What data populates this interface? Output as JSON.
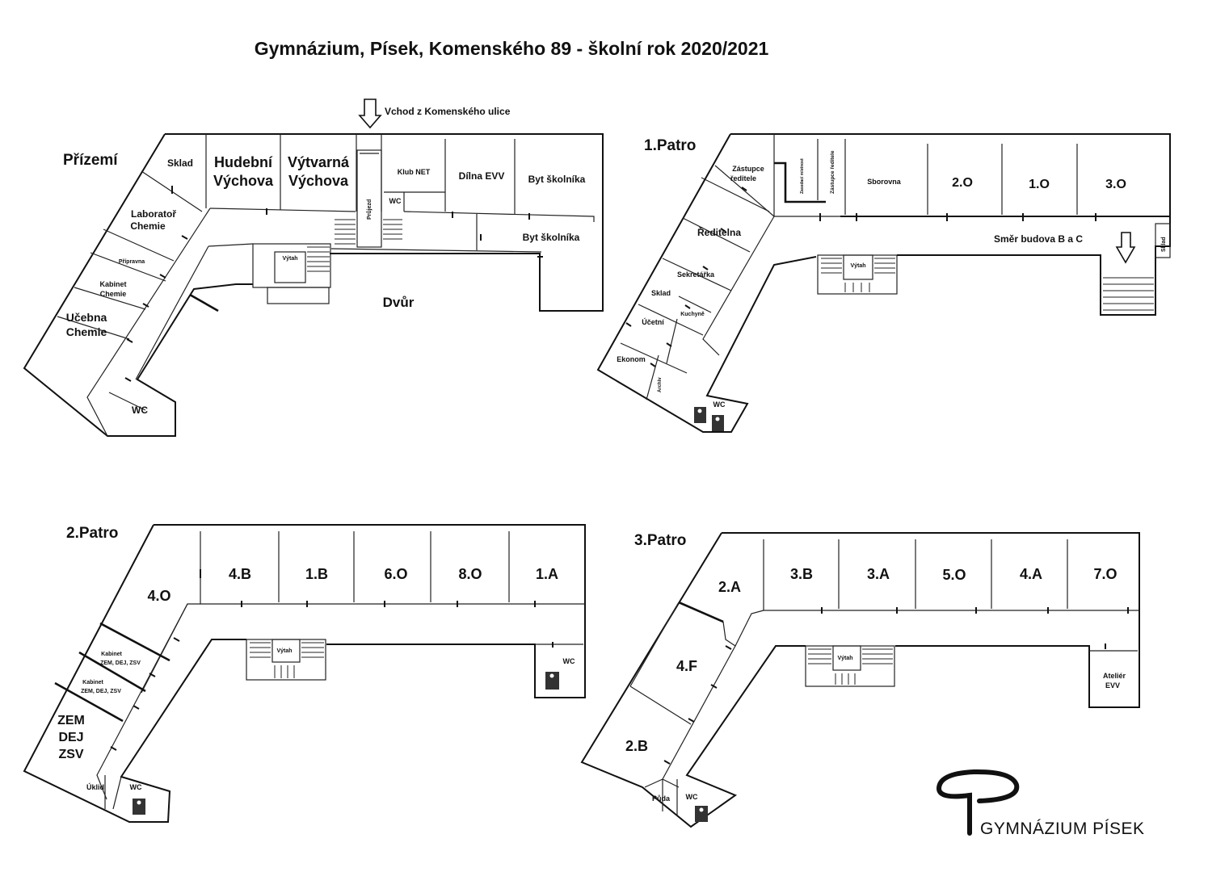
{
  "title": "Gymnázium, Písek, Komenského 89 - školní rok 2020/2021",
  "entrance": "Vchod z Komenského ulice",
  "logo": {
    "text": "GYMNÁZIUM PÍSEK",
    "icon": "gp-logo-icon"
  },
  "ground": {
    "heading": "Přízemí",
    "sklad": "Sklad",
    "hudebni": [
      "Hudební",
      "Výchova"
    ],
    "vytvarna": [
      "Výtvarná",
      "Výchova"
    ],
    "pruejzd": "Průjezd",
    "klub": "Klub NET",
    "wc_small": "WC",
    "dilna": "Dílna EVV",
    "byt1": "Byt školníka",
    "byt2": "Byt školníka",
    "laborator": [
      "Laboratoř",
      "Chemie"
    ],
    "pripravna": "Přípravna",
    "kabinet": [
      "Kabinet",
      "Chemie"
    ],
    "ucebna": [
      "Učebna",
      "Chemie"
    ],
    "vytah": "Výtah",
    "dvur": "Dvůr",
    "wc": "WC"
  },
  "first": {
    "heading": "1.Patro",
    "zastupce": [
      "Zástupce",
      "ředitele"
    ],
    "zasedaci": "Zasedací místnost",
    "zastupce2": "Zástupce ředitele",
    "sborovna": "Sborovna",
    "rooms": [
      "2.O",
      "1.O",
      "3.O"
    ],
    "reditelna": "Ředitelna",
    "smer": "Směr budova B a C",
    "sklad_r": "Sklad",
    "sekretarka": "Sekretářka",
    "vytah": "Výtah",
    "sklad": "Sklad",
    "kuchyne": "Kuchyně",
    "ucetni": "Účetní",
    "ekonom": "Ekonom",
    "archiv": "Archiv",
    "wc": "WC"
  },
  "second": {
    "heading": "2.Patro",
    "rooms": [
      "4.B",
      "1.B",
      "6.O",
      "8.O",
      "1.A"
    ],
    "room_4o": "4.O",
    "kab1": [
      "Kabinet",
      "ZEM, DEJ, ZSV"
    ],
    "kab2": [
      "Kabinet",
      "ZEM, DEJ, ZSV"
    ],
    "zem": [
      "ZEM",
      "DEJ",
      "ZSV"
    ],
    "vytah": "Výtah",
    "wc_r": "WC",
    "uklid": "Úklid",
    "wc": "WC"
  },
  "third": {
    "heading": "3.Patro",
    "rooms": [
      "3.B",
      "3.A",
      "5.O",
      "4.A",
      "7.O"
    ],
    "room_2a": "2.A",
    "room_4f": "4.F",
    "room_2b": "2.B",
    "vytah": "Výtah",
    "atelier": [
      "Ateliér",
      "EVV"
    ],
    "puda": "Půda",
    "wc": "WC"
  }
}
